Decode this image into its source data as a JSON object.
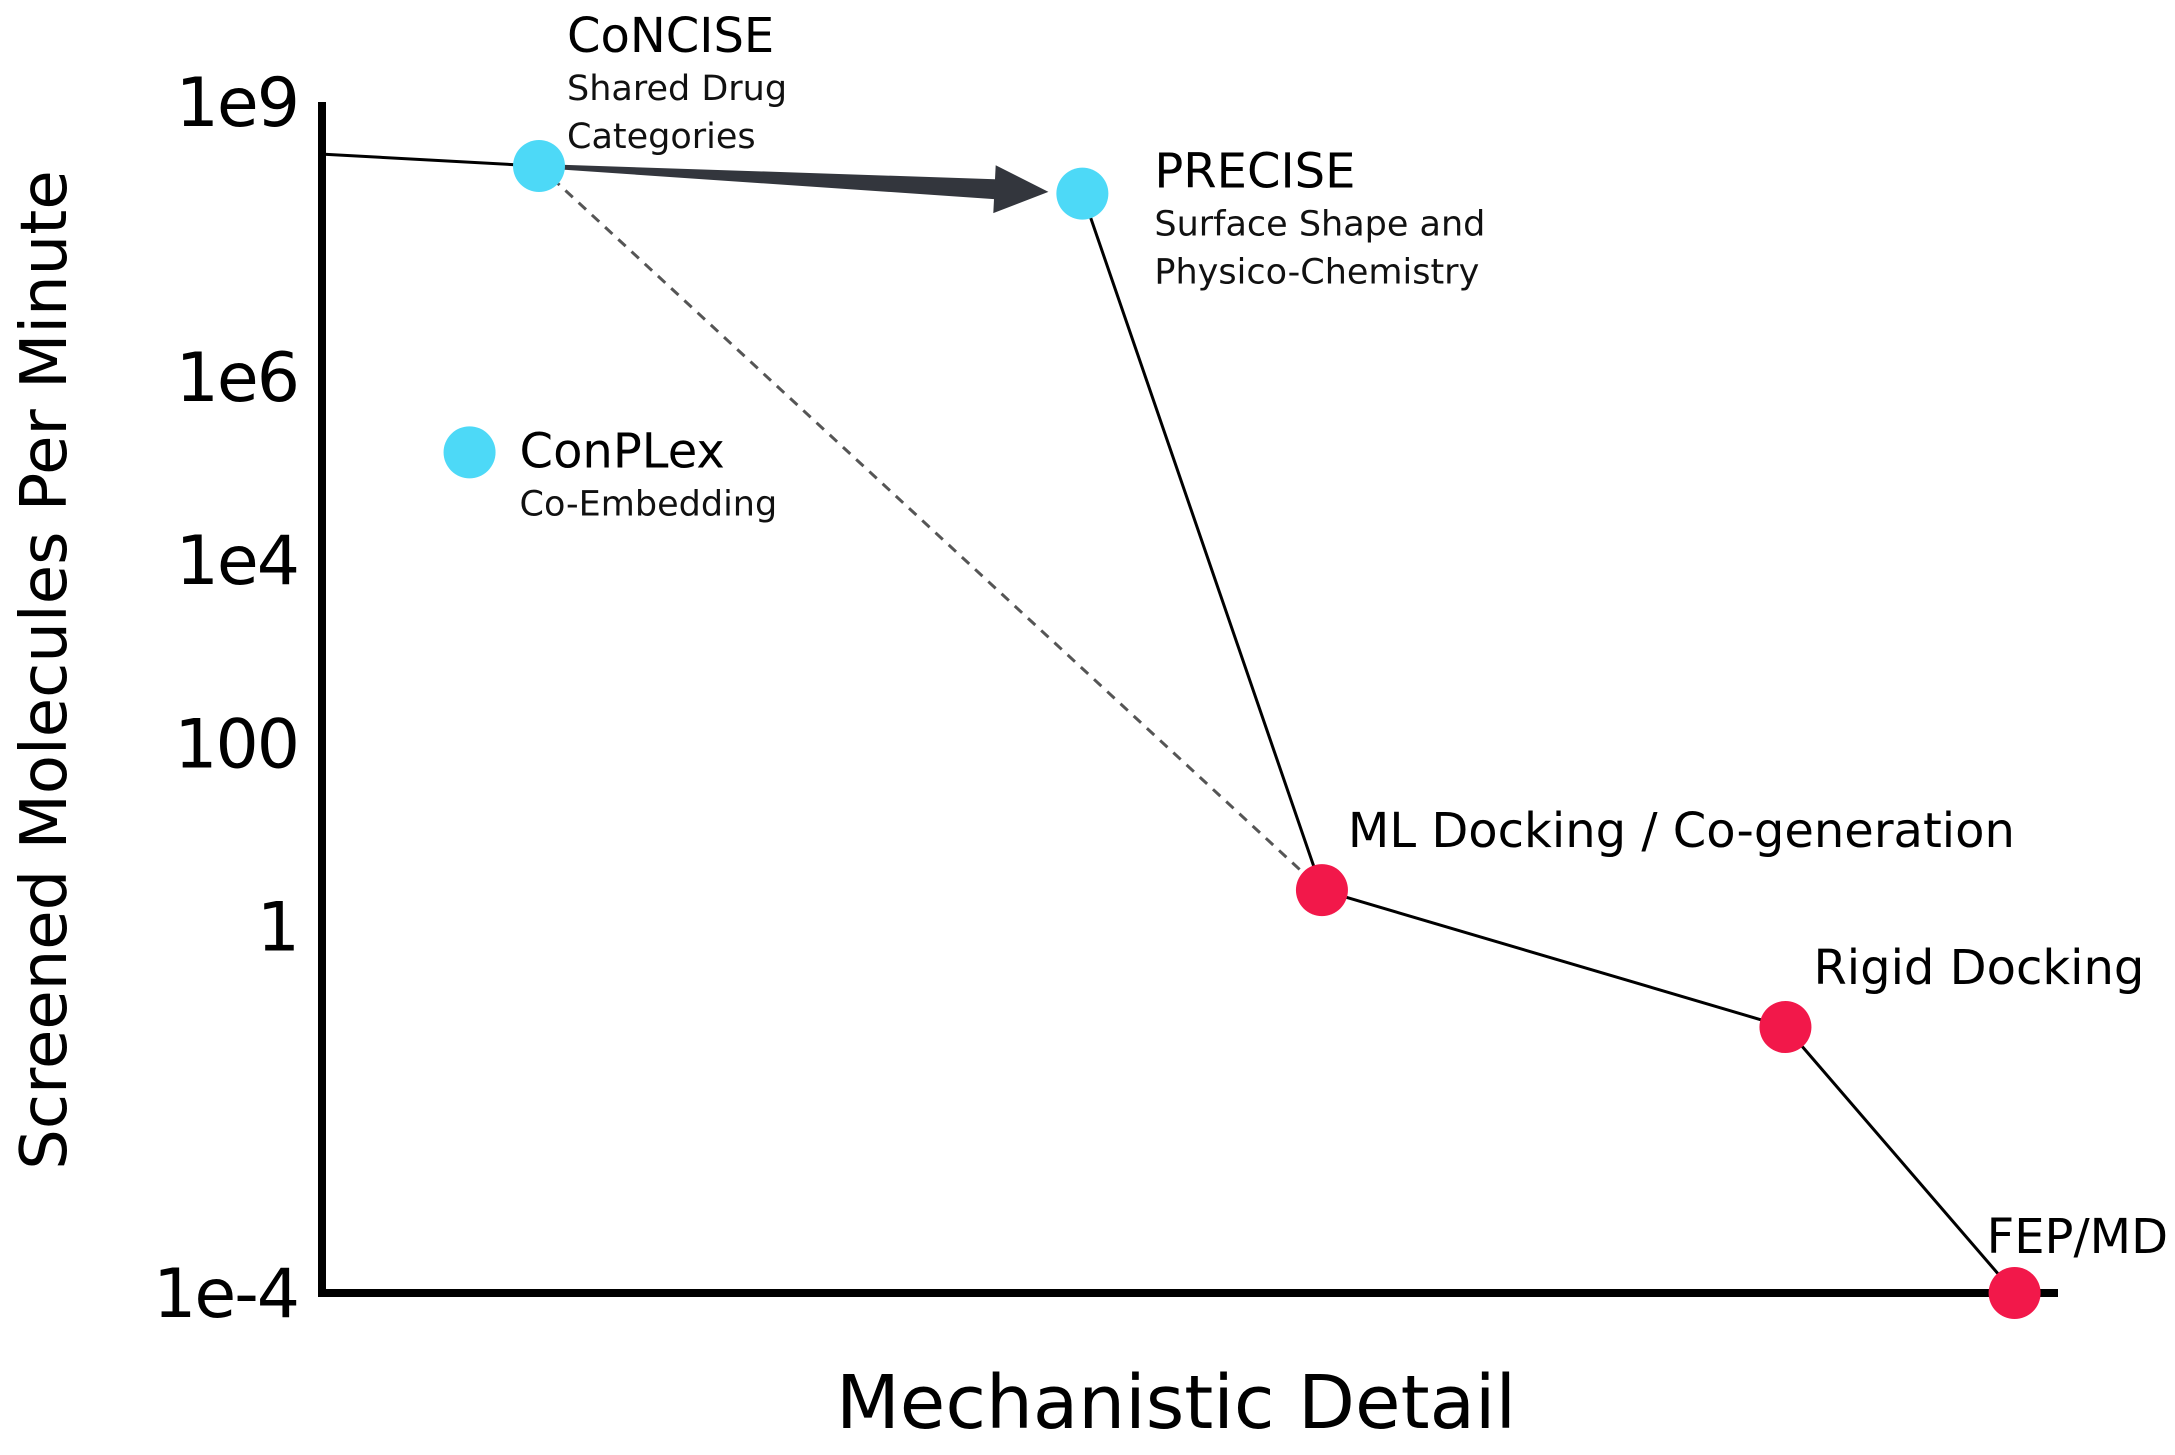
{
  "chart_data": {
    "type": "scatter",
    "title": "",
    "xlabel": "Mechanistic Detail",
    "ylabel": "Screened Molecules Per Minute",
    "y_scale": "log",
    "ylim": [
      0.0001,
      1000000000
    ],
    "y_ticks": [
      {
        "value": 1000000000,
        "label": "1e9"
      },
      {
        "value": 1000000,
        "label": "1e6"
      },
      {
        "value": 10000,
        "label": "1e4"
      },
      {
        "value": 100,
        "label": "100"
      },
      {
        "value": 1,
        "label": "1"
      },
      {
        "value": 0.0001,
        "label": "1e-4"
      }
    ],
    "xlim": [
      0,
      1
    ],
    "grid": false,
    "colors": {
      "ours": "#4dd9f7",
      "baseline": "#f2184a",
      "line": "#000000",
      "arrow": "#33363d",
      "dashed": "#555555"
    },
    "points": [
      {
        "id": "concise",
        "name": "CoNCISE",
        "subtitle": [
          "Shared Drug",
          "Categories"
        ],
        "x": 0.125,
        "y": 200000000,
        "group": "ours"
      },
      {
        "id": "precise",
        "name": "PRECISE",
        "subtitle": [
          "Surface Shape and",
          "Physico-Chemistry"
        ],
        "x": 0.438,
        "y": 100000000,
        "group": "ours"
      },
      {
        "id": "conplex",
        "name": "ConPLex",
        "subtitle": [
          "Co-Embedding"
        ],
        "x": 0.085,
        "y": 150000,
        "group": "ours"
      },
      {
        "id": "mldock",
        "name": "ML Docking / Co-generation",
        "subtitle": [],
        "x": 0.576,
        "y": 2.5,
        "group": "baseline"
      },
      {
        "id": "rigid",
        "name": "Rigid Docking",
        "subtitle": [],
        "x": 0.843,
        "y": 0.08,
        "group": "baseline"
      },
      {
        "id": "fepmd",
        "name": "FEP/MD",
        "subtitle": [],
        "x": 0.975,
        "y": 0.0001,
        "group": "baseline"
      }
    ],
    "solid_path": [
      {
        "x": 0.0,
        "y": 270000000
      },
      {
        "x": 0.125,
        "y": 200000000
      }
    ],
    "arrow": {
      "from": "concise",
      "to": "precise"
    },
    "solid_segments": [
      [
        "precise",
        "mldock"
      ],
      [
        "mldock",
        "rigid"
      ],
      [
        "rigid",
        "fepmd"
      ]
    ],
    "dashed_segments": [
      [
        "concise",
        "mldock"
      ]
    ]
  }
}
